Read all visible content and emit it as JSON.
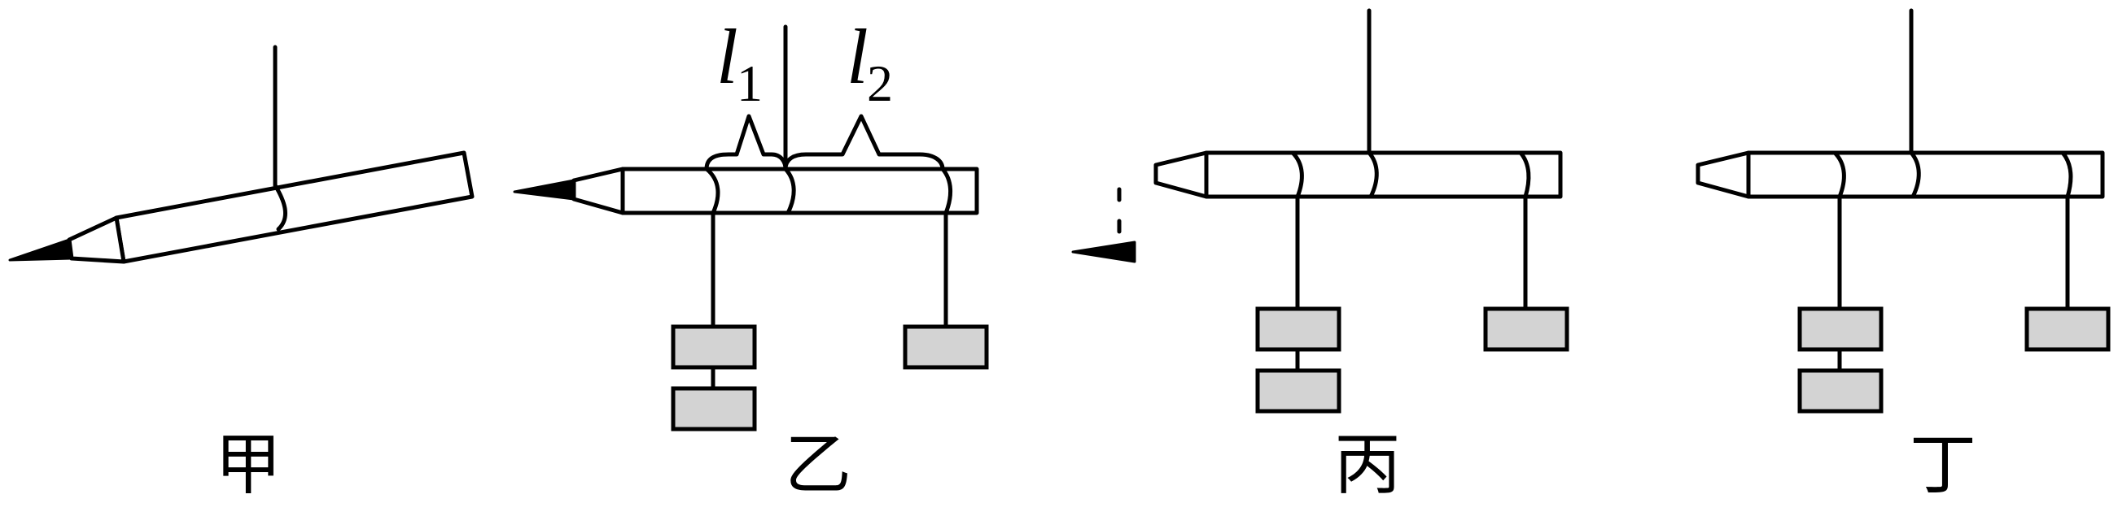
{
  "figures": [
    {
      "id": "jia",
      "caption": "甲"
    },
    {
      "id": "yi",
      "caption": "乙"
    },
    {
      "id": "bing",
      "caption": "丙"
    },
    {
      "id": "ding",
      "caption": "丁"
    }
  ],
  "annotations": {
    "l1": {
      "symbol": "l",
      "subscript": "1"
    },
    "l2": {
      "symbol": "l",
      "subscript": "2"
    }
  }
}
